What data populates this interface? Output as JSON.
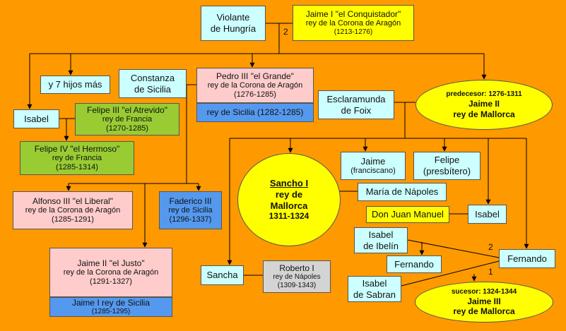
{
  "violante": {
    "line1": "Violante",
    "line2": "de Hungría"
  },
  "jaime1": {
    "name": "Jaime I \"el Conquistador\"",
    "title": "rey de la Corona de Aragón",
    "dates": "(1213-1276)"
  },
  "marriage_number_top": "2",
  "siete_hijos": "y 7 hijos más",
  "constanza": {
    "line1": "Constanza",
    "line2": "de Sicilia"
  },
  "pedro3": {
    "name": "Pedro III \"el Grande\"",
    "title": "rey de la Corona de Aragón",
    "dates": "(1276-1285)",
    "sicilia": "rey de Sicilia (1282-1285)"
  },
  "esclaramunda": {
    "line1": "Esclaramunda",
    "line2": "de Foix"
  },
  "jaime2_mallorca": {
    "pre": "predecesor: 1276-1311",
    "line1": "Jaime II",
    "line2": "rey de Mallorca"
  },
  "isabel_aragon": "Isabel",
  "felipe3": {
    "name": "Felipe III \"el Atrevido\"",
    "title": "rey de Francia",
    "dates": "(1270-1285)"
  },
  "felipe4": {
    "name": "Felipe IV \"el Hermoso\"",
    "title": "rey de Francia",
    "dates": "(1285-1314)"
  },
  "jaime_franc": {
    "line1": "Jaime",
    "line2": "(franciscano)"
  },
  "felipe_presb": {
    "line1": "Felipe",
    "line2": "(presbítero)"
  },
  "sancho": {
    "name": "Sancho I",
    "line2": "rey de",
    "line3": "Mallorca",
    "dates": "1311-1324"
  },
  "maria_napoles": "María de Nápoles",
  "alfonso3": {
    "name": "Alfonso III \"el Liberal\"",
    "title": "rey de la Corona de Aragón",
    "dates": "(1285-1291)"
  },
  "federico3": {
    "name": "Faderico III",
    "title": "rey de Sicilia",
    "dates": "(1296-1337)"
  },
  "don_juan": "Don Juan Manuel",
  "isabel_mallorca": "Isabel",
  "isabel_ibelin": {
    "line1": "Isabel",
    "line2": "de Ibelín"
  },
  "fernando_hijo": "Fernando",
  "fernando": "Fernando",
  "marriage_number_2": "2",
  "marriage_number_1": "1",
  "jaime2_justo": {
    "name": "Jaime II \"el Justo\"",
    "title": "rey de la Corona de Aragón",
    "dates": "(1291-1327)",
    "sicilia": "Jaime I rey de Sicilia",
    "sicilia_dates": "(1285-1295)"
  },
  "sancha": "Sancha",
  "roberto1": {
    "name": "Roberto I",
    "title": "rey de Nápoles",
    "dates": "(1309-1343)"
  },
  "isabel_sabran": {
    "line1": "Isabel",
    "line2": "de Sabran"
  },
  "jaime3": {
    "pre": "sucesor: 1324-1344",
    "line1": "Jaime III",
    "line2": "rey de Mallorca"
  }
}
